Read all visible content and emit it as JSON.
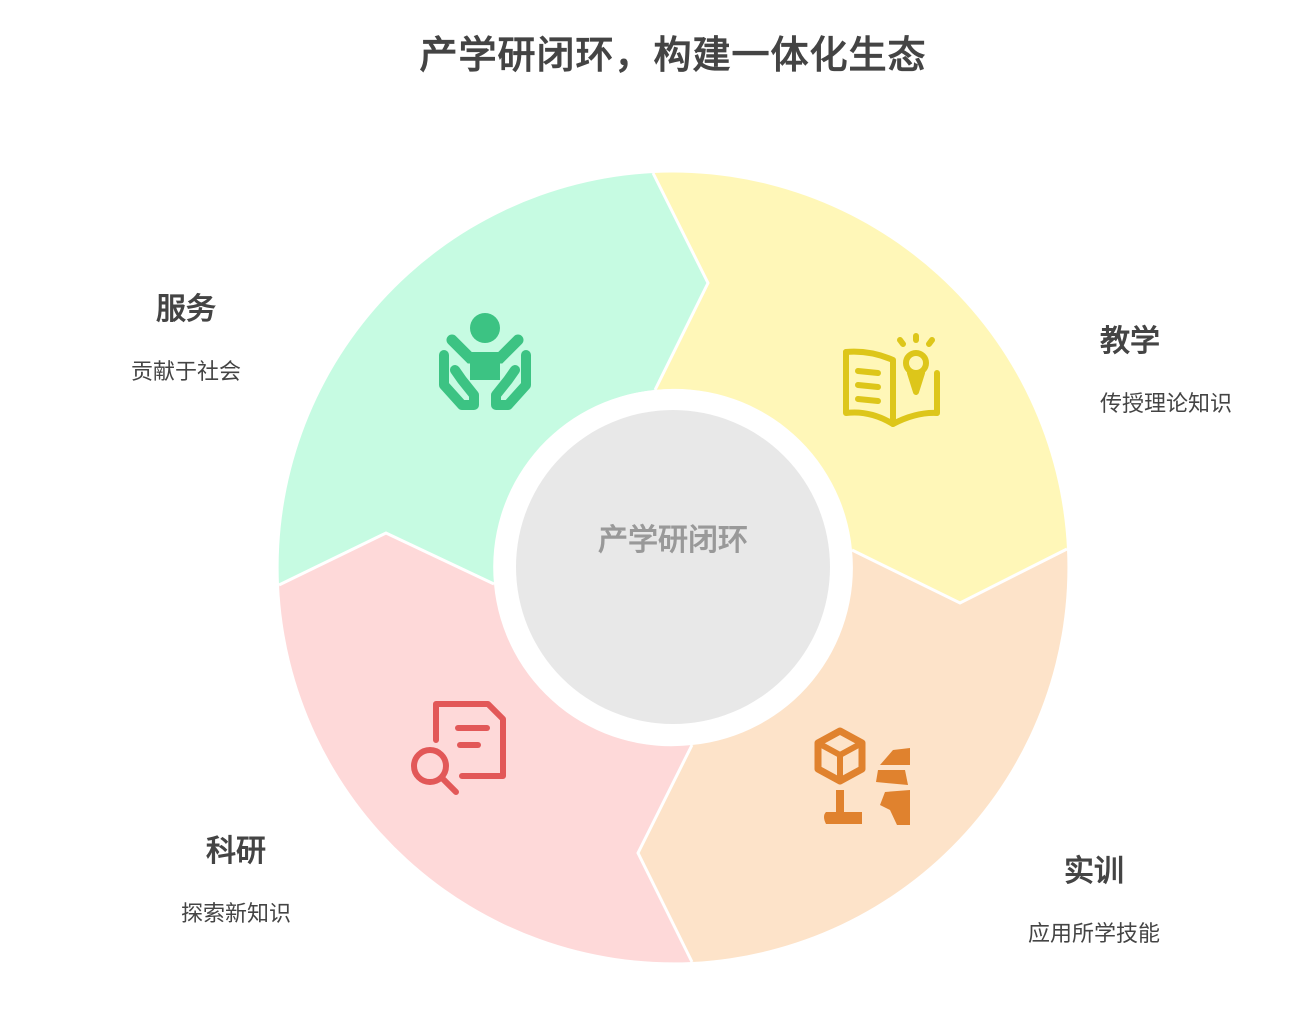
{
  "title": "产学研闭环，构建一体化生态",
  "center": {
    "label": "产学研闭环",
    "fill": "#E8E8E8",
    "ring": "#FFFFFF"
  },
  "segments": [
    {
      "id": "service",
      "title": "服务",
      "desc": "贡献于社会",
      "fill": "#C6FBE2",
      "icon_color": "#3CC383",
      "icon": "people-care-icon"
    },
    {
      "id": "teaching",
      "title": "教学",
      "desc": "传授理论知识",
      "fill": "#FFF7B8",
      "icon_color": "#DDC61A",
      "icon": "book-lightbulb-icon"
    },
    {
      "id": "training",
      "title": "实训",
      "desc": "应用所学技能",
      "fill": "#FDE3C9",
      "icon_color": "#E0822E",
      "icon": "box-hand-robot-icon"
    },
    {
      "id": "research",
      "title": "科研",
      "desc": "探索新知识",
      "fill": "#FED9D9",
      "icon_color": "#E25858",
      "icon": "document-search-icon"
    }
  ]
}
